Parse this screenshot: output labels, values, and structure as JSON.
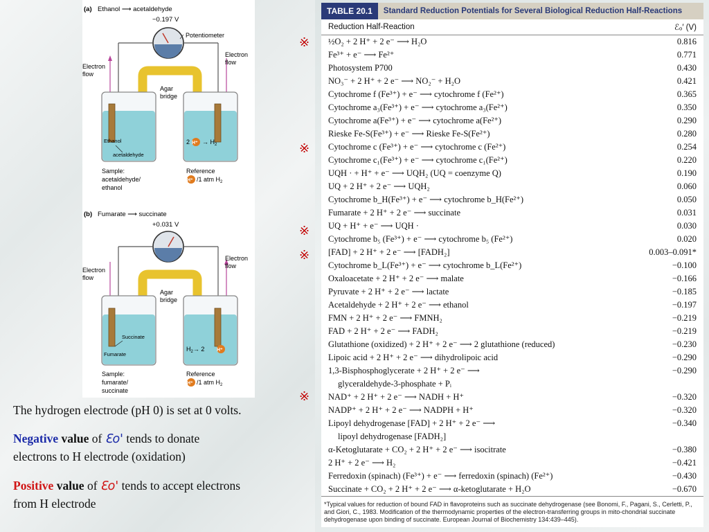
{
  "figure": {
    "a_label": "(a)",
    "a_reaction": "Ethanol ⟶ acetaldehyde",
    "a_voltage": "−0.197 V",
    "b_label": "(b)",
    "b_reaction": "Fumarate ⟶ succinate",
    "b_voltage": "+0.031 V",
    "potentiometer": "Potentiometer",
    "electron_flow_1": "Electron",
    "electron_flow_2": "flow",
    "agar_1": "Agar",
    "agar_2": "bridge",
    "ethanol": "Ethanol",
    "acetaldehyde": "acetaldehyde",
    "two_h": "2",
    "h_plus": "H⁺",
    "arrow_h2": "→ H",
    "h2_sub": "2",
    "sample_a_1": "Sample:",
    "sample_a_2": "acetaldehyde/",
    "sample_a_3": "ethanol",
    "reference_1": "Reference",
    "reference_2": "/1 atm H",
    "succinate": "Succinate",
    "fumarate": "Fumarate",
    "h2_left": "H",
    "arrow_2": "→ 2",
    "sample_b_1": "Sample:",
    "sample_b_2": "fumarate/",
    "sample_b_3": "succinate"
  },
  "table": {
    "number": "TABLE 20.1",
    "title": "Standard Reduction Potentials for Several Biological Reduction Half-Reactions",
    "col_reaction": "Reduction Half-Reaction",
    "col_potential": "ℰₒ′ (V)",
    "rows": [
      {
        "r": "½O₂ + 2 H⁺ + 2 e⁻ ⟶ H₂O",
        "v": "0.816"
      },
      {
        "r": "Fe³⁺ + e⁻ ⟶ Fe²⁺",
        "v": "0.771"
      },
      {
        "r": "Photosystem P700",
        "v": "0.430"
      },
      {
        "r": "NO₃⁻ + 2 H⁺ + 2 e⁻ ⟶ NO₂⁻ + H₂O",
        "v": "0.421"
      },
      {
        "r": "Cytochrome f (Fe³⁺) + e⁻ ⟶ cytochrome f (Fe²⁺)",
        "v": "0.365"
      },
      {
        "r": "Cytochrome a₃(Fe³⁺) + e⁻ ⟶ cytochrome a₃(Fe²⁺)",
        "v": "0.350"
      },
      {
        "r": "Cytochrome a(Fe³⁺) + e⁻ ⟶ cytochrome a(Fe²⁺)",
        "v": "0.290"
      },
      {
        "r": "Rieske Fe-S(Fe³⁺) + e⁻ ⟶ Rieske Fe-S(Fe²⁺)",
        "v": "0.280"
      },
      {
        "r": "Cytochrome c (Fe³⁺) + e⁻ ⟶ cytochrome c (Fe²⁺)",
        "v": "0.254"
      },
      {
        "r": "Cytochrome c₁(Fe³⁺) + e⁻ ⟶ cytochrome c₁(Fe²⁺)",
        "v": "0.220"
      },
      {
        "r": "UQH · + H⁺ + e⁻ ⟶ UQH₂ (UQ = coenzyme Q)",
        "v": "0.190"
      },
      {
        "r": "UQ + 2 H⁺ + 2 e⁻ ⟶ UQH₂",
        "v": "0.060"
      },
      {
        "r": "Cytochrome b_H(Fe³⁺) + e⁻ ⟶ cytochrome b_H(Fe²⁺)",
        "v": "0.050"
      },
      {
        "r": "Fumarate + 2 H⁺ + 2 e⁻ ⟶ succinate",
        "v": "0.031"
      },
      {
        "r": "UQ + H⁺ + e⁻ ⟶ UQH ·",
        "v": "0.030"
      },
      {
        "r": "Cytochrome b₅ (Fe³⁺) + e⁻ ⟶ cytochrome b₅ (Fe²⁺)",
        "v": "0.020"
      },
      {
        "r": "[FAD] + 2 H⁺ + 2 e⁻ ⟶ [FADH₂]",
        "v": "0.003–0.091*"
      },
      {
        "r": "Cytochrome b_L(Fe³⁺) + e⁻ ⟶ cytochrome b_L(Fe²⁺)",
        "v": "−0.100"
      },
      {
        "r": "Oxaloacetate + 2 H⁺ + 2 e⁻ ⟶ malate",
        "v": "−0.166"
      },
      {
        "r": "Pyruvate + 2 H⁺ + 2 e⁻ ⟶ lactate",
        "v": "−0.185"
      },
      {
        "r": "Acetaldehyde + 2 H⁺ + 2 e⁻ ⟶ ethanol",
        "v": "−0.197"
      },
      {
        "r": "FMN + 2 H⁺ + 2 e⁻ ⟶ FMNH₂",
        "v": "−0.219"
      },
      {
        "r": "FAD + 2 H⁺ + 2 e⁻ ⟶ FADH₂",
        "v": "−0.219"
      },
      {
        "r": "Glutathione (oxidized) + 2 H⁺ + 2 e⁻ ⟶ 2 glutathione (reduced)",
        "v": "−0.230"
      },
      {
        "r": "Lipoic acid + 2 H⁺ + 2 e⁻ ⟶ dihydrolipoic acid",
        "v": "−0.290"
      },
      {
        "r": "1,3-Bisphosphoglycerate + 2 H⁺ + 2 e⁻ ⟶",
        "r2": "glyceraldehyde-3-phosphate + Pᵢ",
        "v": "−0.290"
      },
      {
        "r": "NAD⁺ + 2 H⁺ + 2 e⁻ ⟶ NADH + H⁺",
        "v": "−0.320"
      },
      {
        "r": "NADP⁺ + 2 H⁺ + 2 e⁻ ⟶ NADPH + H⁺",
        "v": "−0.320"
      },
      {
        "r": "Lipoyl dehydrogenase [FAD] + 2 H⁺ + 2 e⁻ ⟶",
        "r2": "lipoyl dehydrogenase [FADH₂]",
        "v": "−0.340"
      },
      {
        "r": "α-Ketoglutarate + CO₂ + 2 H⁺ + 2 e⁻ ⟶ isocitrate",
        "v": "−0.380"
      },
      {
        "r": "2 H⁺ + 2 e⁻ ⟶ H₂",
        "v": "−0.421"
      },
      {
        "r": "Ferredoxin (spinach) (Fe³⁺) + e⁻ ⟶ ferredoxin (spinach) (Fe²⁺)",
        "v": "−0.430"
      },
      {
        "r": "Succinate + CO₂ + 2 H⁺ + 2 e⁻ ⟶ α-ketoglutarate + H₂O",
        "v": "−0.670"
      }
    ],
    "footnote": "*Typical values for reduction of bound FAD in flavoproteins such as succinate dehydrogenase (see Bonomi, F., Pagani, S., Cerletti, P., and Giori, C., 1983. Modification of the thermodynamic properties of the electron-transferring groups in mito-chondrial succinate dehydrogenase upon binding of succinate. European Journal of Biochemistry 134:439–445)."
  },
  "marks": {
    "symbol": "※"
  },
  "caption": {
    "line1": "The hydrogen electrode (pH 0) is set at 0 volts.",
    "neg_word": "Negative",
    "value_word": "value",
    "of_word": "of",
    "eo": "Ɛo'",
    "neg_rest_1": "tends to donate",
    "neg_rest_2": "electrons to H electrode (oxidation)",
    "pos_word": "Positive",
    "pos_rest_1": "tends to accept electrons",
    "pos_rest_2": "from H electrode"
  },
  "colors": {
    "negative": "#1b2aa8",
    "positive": "#d01515",
    "mark": "#c20000",
    "table_header": "#2a3a78"
  }
}
